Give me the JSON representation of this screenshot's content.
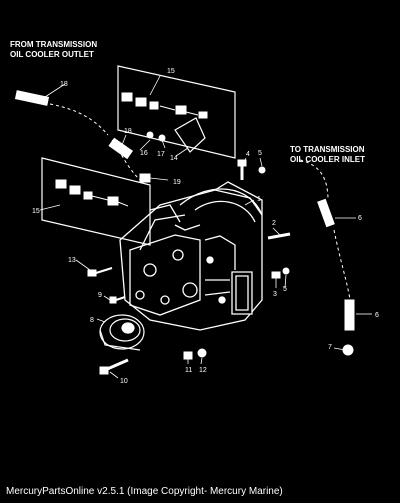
{
  "labels": {
    "from_outlet_line1": "FROM TRANSMISSION",
    "from_outlet_line2": "OIL COOLER OUTLET",
    "to_inlet_line1": "TO TRANSMISSION",
    "to_inlet_line2": "OIL COOLER INLET"
  },
  "callouts": [
    "15",
    "18",
    "18",
    "16",
    "17",
    "14",
    "19",
    "15",
    "1",
    "4",
    "5",
    "2",
    "6",
    "13",
    "9",
    "8",
    "3",
    "5",
    "6",
    "7",
    "11",
    "12",
    "10"
  ],
  "footer": "MercuryPartsOnline v2.5.1 (Image Copyright- Mercury Marine)"
}
